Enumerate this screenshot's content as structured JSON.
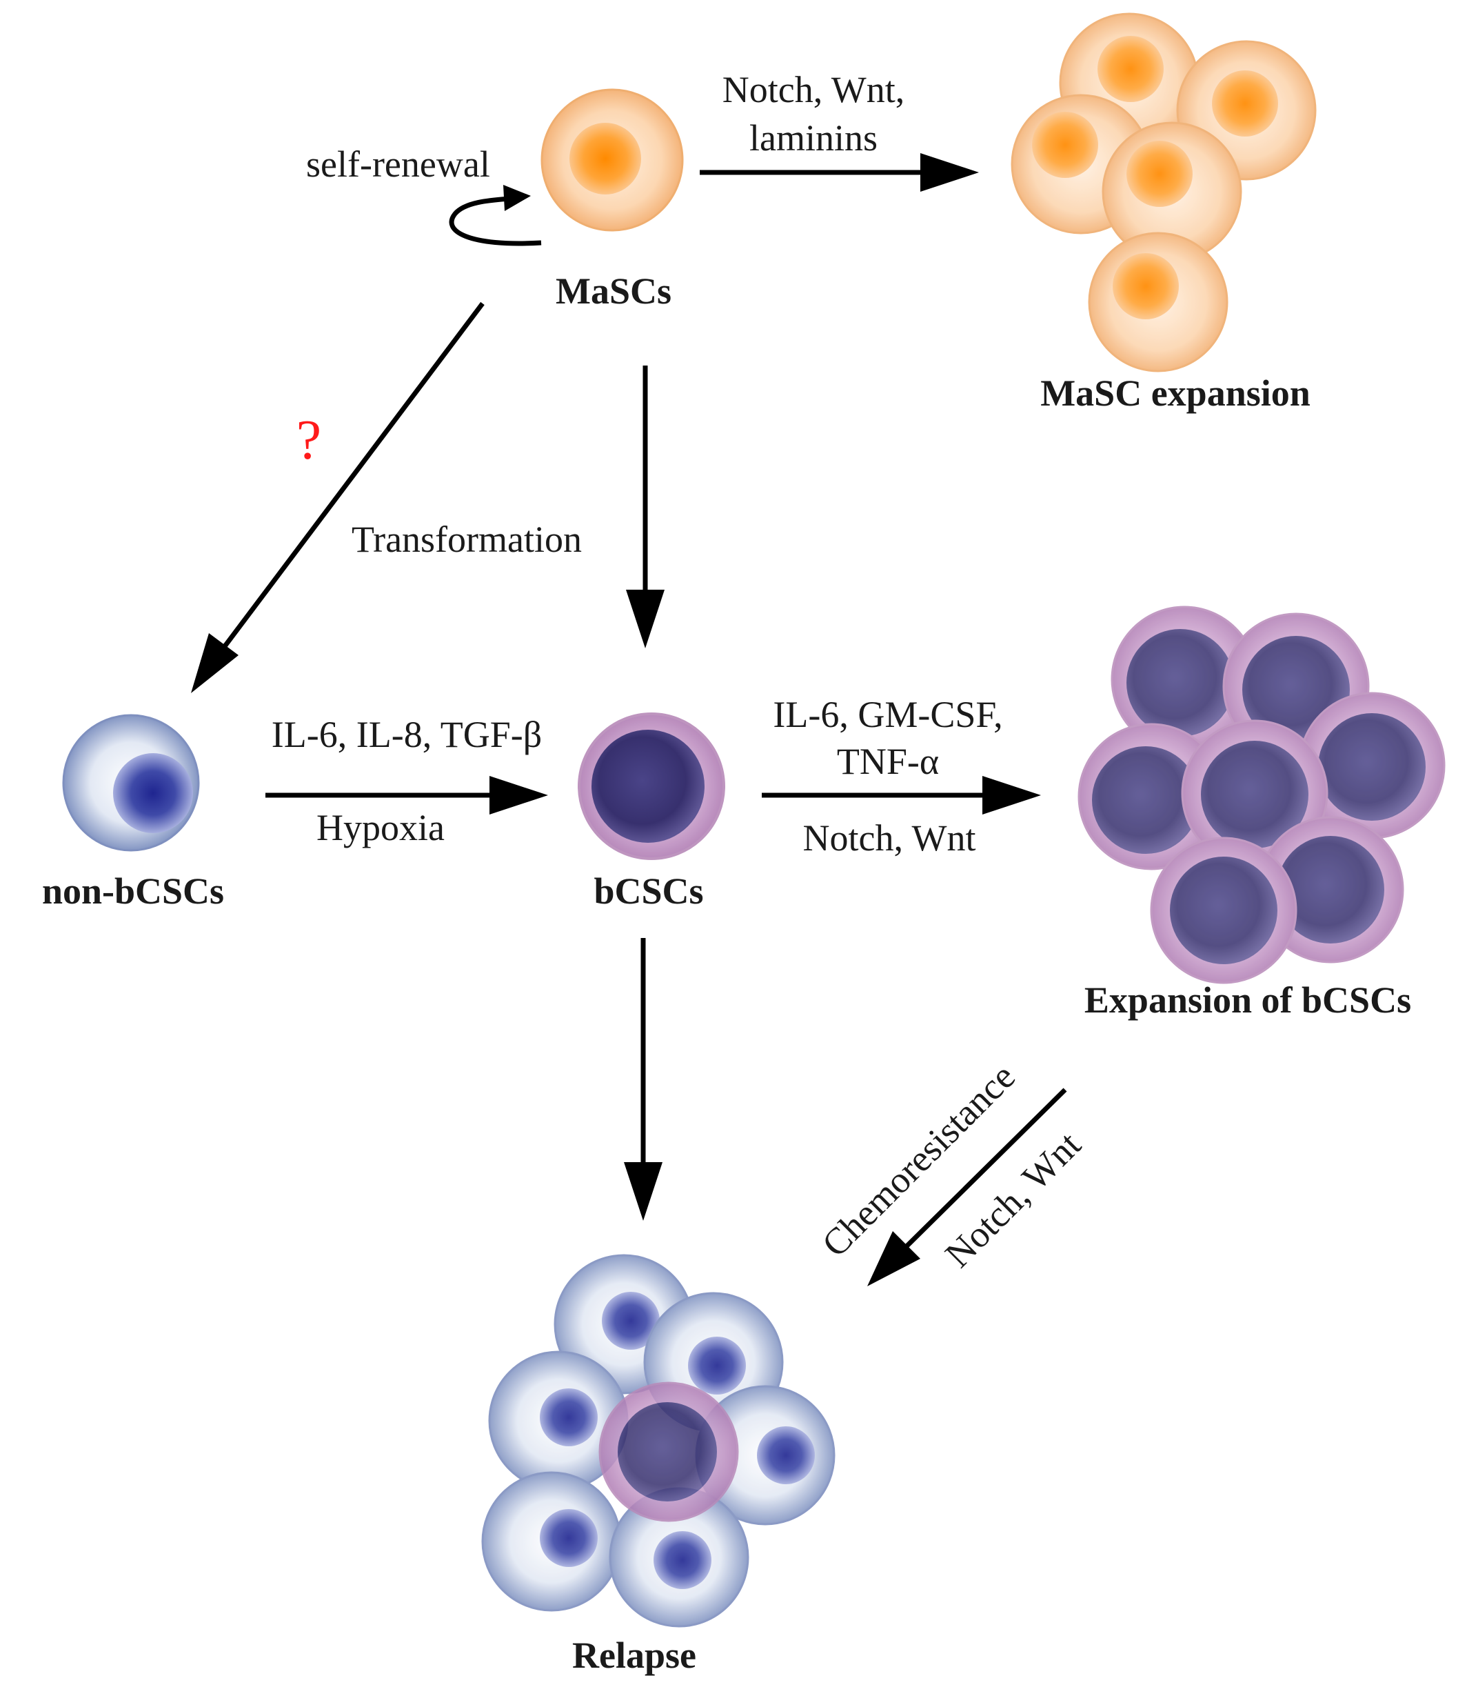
{
  "labels": {
    "mascs": "MaSCs",
    "self_renewal": "self-renewal",
    "mascs_to_expansion_line1": "Notch, Wnt,",
    "mascs_to_expansion_line2": "laminins",
    "masc_expansion": "MaSC expansion",
    "question_mark": "?",
    "transformation": "Transformation",
    "non_bcscs": "non-bCSCs",
    "non_to_bcsc_top": "IL-6, IL-8, TGF-β",
    "non_to_bcsc_bottom": "Hypoxia",
    "bcscs": "bCSCs",
    "bcsc_to_expansion_line1": "IL-6, GM-CSF,",
    "bcsc_to_expansion_line2": "TNF-α",
    "bcsc_to_expansion_bottom": "Notch, Wnt",
    "expansion_of_bcscs": "Expansion of bCSCs",
    "chemoresistance": "Chemoresistance",
    "notch_wnt_diag": "Notch, Wnt",
    "relapse": "Relapse"
  },
  "colors": {
    "masc_cell": "#fbd3ac",
    "masc_nucleus": "#ff9a1f",
    "non_bcsc_cell": "#dfe6f2",
    "non_bcsc_nucleus": "#3d3f9a",
    "bcsc_cell": "#cfa3cf",
    "bcsc_nucleus": "#3c3577",
    "question_mark": "#ff1a1a",
    "arrow": "#000000"
  }
}
